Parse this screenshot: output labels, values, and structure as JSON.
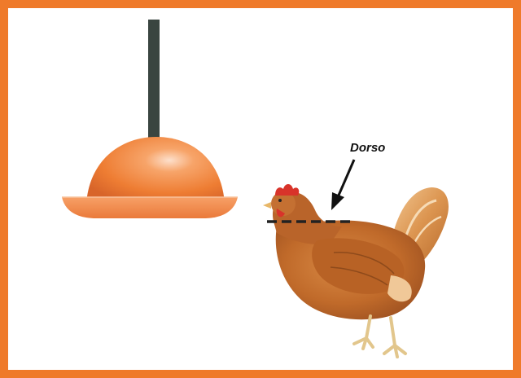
{
  "diagram": {
    "label_back": "Dorso",
    "colors": {
      "frame": "#ef7a2a",
      "feeder": "#f08035",
      "feeder_pipe": "#3a4540",
      "hen_body": "#c06a2a",
      "comb": "#d8332a",
      "marker_line": "#222222"
    },
    "elements": [
      "feeder",
      "hen",
      "arrow",
      "dashed-back-line"
    ]
  }
}
